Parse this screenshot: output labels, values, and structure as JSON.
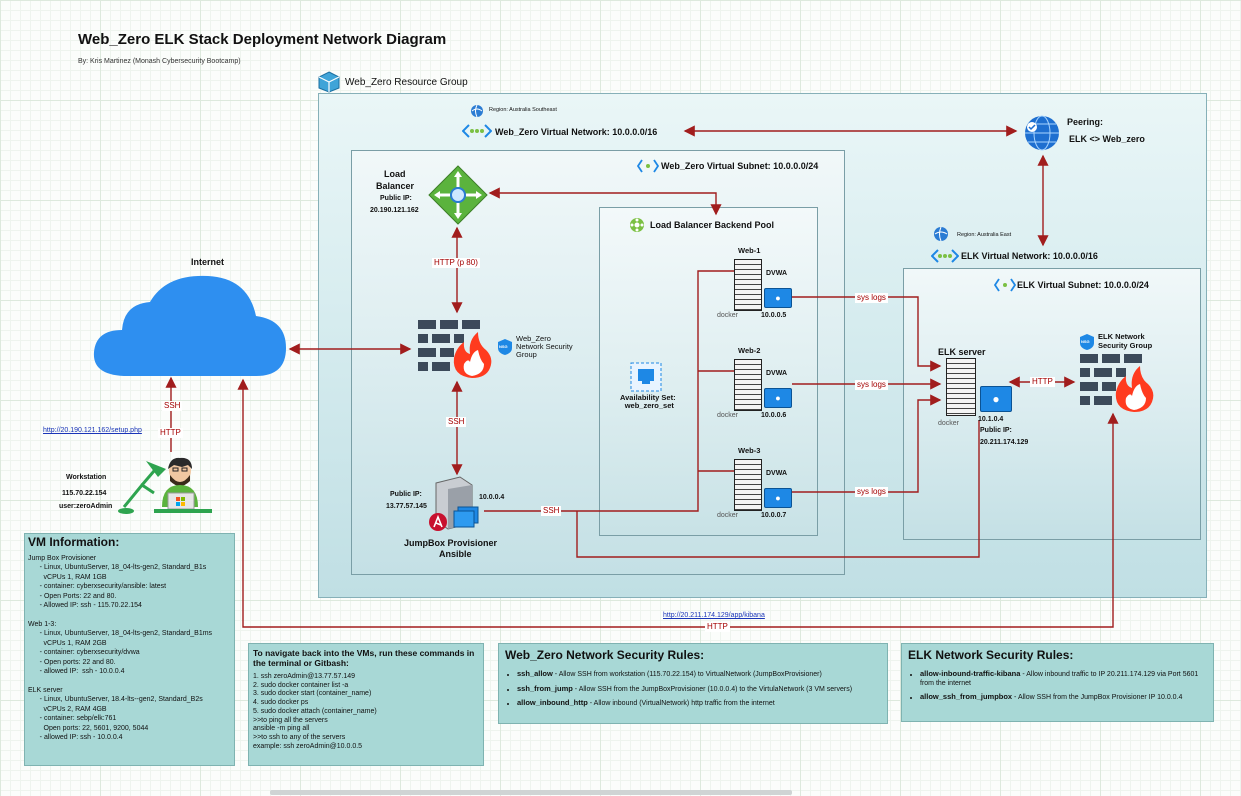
{
  "title": "Web_Zero ELK Stack Deployment Network Diagram",
  "byline": "By: Kris Martinez (Monash Cybersecurity Bootcamp)",
  "resource_group": "Web_Zero Resource Group",
  "region_web": "Region: Australia Southeast",
  "vnet_web": "Web_Zero Virtual Network: 10.0.0.0/16",
  "peering_title": "Peering:",
  "peering_sub": "ELK <> Web_zero",
  "subnet_web": "Web_Zero Virtual Subnet: 10.0.0.0/24",
  "load_balancer": {
    "name_1": "Load",
    "name_2": "Balancer",
    "ip_label": "Public IP:",
    "ip": "20.190.121.162"
  },
  "backend_pool": "Load Balancer Backend Pool",
  "region_elk": "Region: Australia East",
  "vnet_elk": "ELK Virtual Network: 10.0.0.0/16",
  "subnet_elk": "ELK Virtual Subnet: 10.0.0.0/24",
  "internet": "Internet",
  "nsg_web": [
    "Web_Zero",
    "Network Security",
    "Group"
  ],
  "nsg_elk": [
    "ELK Network",
    "Security Group"
  ],
  "nsg_badge": "NSG",
  "availability_set": [
    "Availability Set:",
    "web_zero_set"
  ],
  "webs": [
    {
      "name": "Web-1",
      "app": "DVWA",
      "ip": "10.0.0.5"
    },
    {
      "name": "Web-2",
      "app": "DVWA",
      "ip": "10.0.0.6"
    },
    {
      "name": "Web-3",
      "app": "DVWA",
      "ip": "10.0.0.7"
    }
  ],
  "docker_label": "docker",
  "elk_server": {
    "name": "ELK server",
    "ip": "10.1.0.4",
    "ip_label": "Public IP:",
    "public_ip": "20.211.174.129"
  },
  "jumpbox": {
    "ip_label": "Public IP:",
    "public_ip": "13.77.57.145",
    "private_ip": "10.0.0.4",
    "name_1": "JumpBox Provisioner",
    "name_2": "Ansible"
  },
  "workstation": {
    "name": "Workstation",
    "ip": "115.70.22.154",
    "user": "user:zeroAdmin"
  },
  "edges": {
    "http_p80": "HTTP (p 80)",
    "ssh": "SSH",
    "http": "HTTP",
    "sys_logs": "sys logs"
  },
  "links": {
    "setup": "http://20.190.121.162/setup.php",
    "kibana": "http://20.211.174.129/app/kibana"
  },
  "vm_info": {
    "title": "VM Information:",
    "lines": [
      "Jump Box Provisioner",
      "      - Linux, UbuntuServer, 18_04-lts-gen2, Standard_B1s",
      "        vCPUs 1, RAM 1GB",
      "      - container: cyberxsecurity/ansible: latest",
      "      - Open Ports: 22 and 80.",
      "      - Allowed IP: ssh - 115.70.22.154",
      "",
      "Web 1-3:",
      "      - Linux, UbuntuServer, 18_04-lts-gen2, Standard_B1ms",
      "        vCPUs 1, RAM 2GB",
      "      - container: cyberxsecurity/dvwa",
      "      - Open ports: 22 and 80.",
      "      - allowed IP:  ssh - 10.0.0.4",
      "",
      "ELK server",
      "      - Linux, UbuntuServer, 18.4-lts--gen2, Standard_B2s",
      "        vCPUs 2, RAM 4GB",
      "      - container: sebp/elk:761",
      "        Open ports: 22, 5601, 9200, 5044",
      "      - allowed IP: ssh - 10.0.0.4"
    ]
  },
  "commands": {
    "title": "To navigate back into the VMs, run these commands in the terminal or Gitbash:",
    "lines": [
      "1. ssh zeroAdmin@13.77.57.149",
      "2. sudo docker container list -a",
      "3. sudo docker start (container_name)",
      "4. sudo docker ps",
      "5. sudo docker attach (container_name)",
      ">>to ping all the servers",
      "ansible -m ping all",
      ">>to ssh to any of the servers",
      "example: ssh zeroAdmin@10.0.0.5"
    ]
  },
  "web_rules": {
    "title": "Web_Zero Network Security Rules:",
    "rules": [
      {
        "name": "ssh_allow",
        "desc": " - Allow SSH from workstation (115.70.22.154) to VirtualNetwork (JumpBoxProvisioner)"
      },
      {
        "name": "ssh_from_jump",
        "desc": " - Allow SSH from the JumpBoxProvisioner (10.0.0.4) to the VirtulaNetwork (3 VM servers)"
      },
      {
        "name": "allow_inbound_http",
        "desc": " - Allow inbound (VirtualNetwork) http traffic from the internet"
      }
    ]
  },
  "elk_rules": {
    "title": "ELK Network Security Rules:",
    "rules": [
      {
        "name": "allow-inbound-traffic-kibana",
        "desc": " - Allow inbound traffic to IP 20.211.174.129 via Port 5601 from the internet"
      },
      {
        "name": "allow_ssh_from_jumpbox",
        "desc": " - Allow SSH from the JumpBox Provisioner IP 10.0.0.4"
      }
    ]
  },
  "colors": {
    "edge": "#a11d1d",
    "panel": "#a8d8d6",
    "nsg_fire": "#ff3b1f",
    "lb_green": "#5bb33d",
    "azure_blue": "#1e88e5"
  }
}
